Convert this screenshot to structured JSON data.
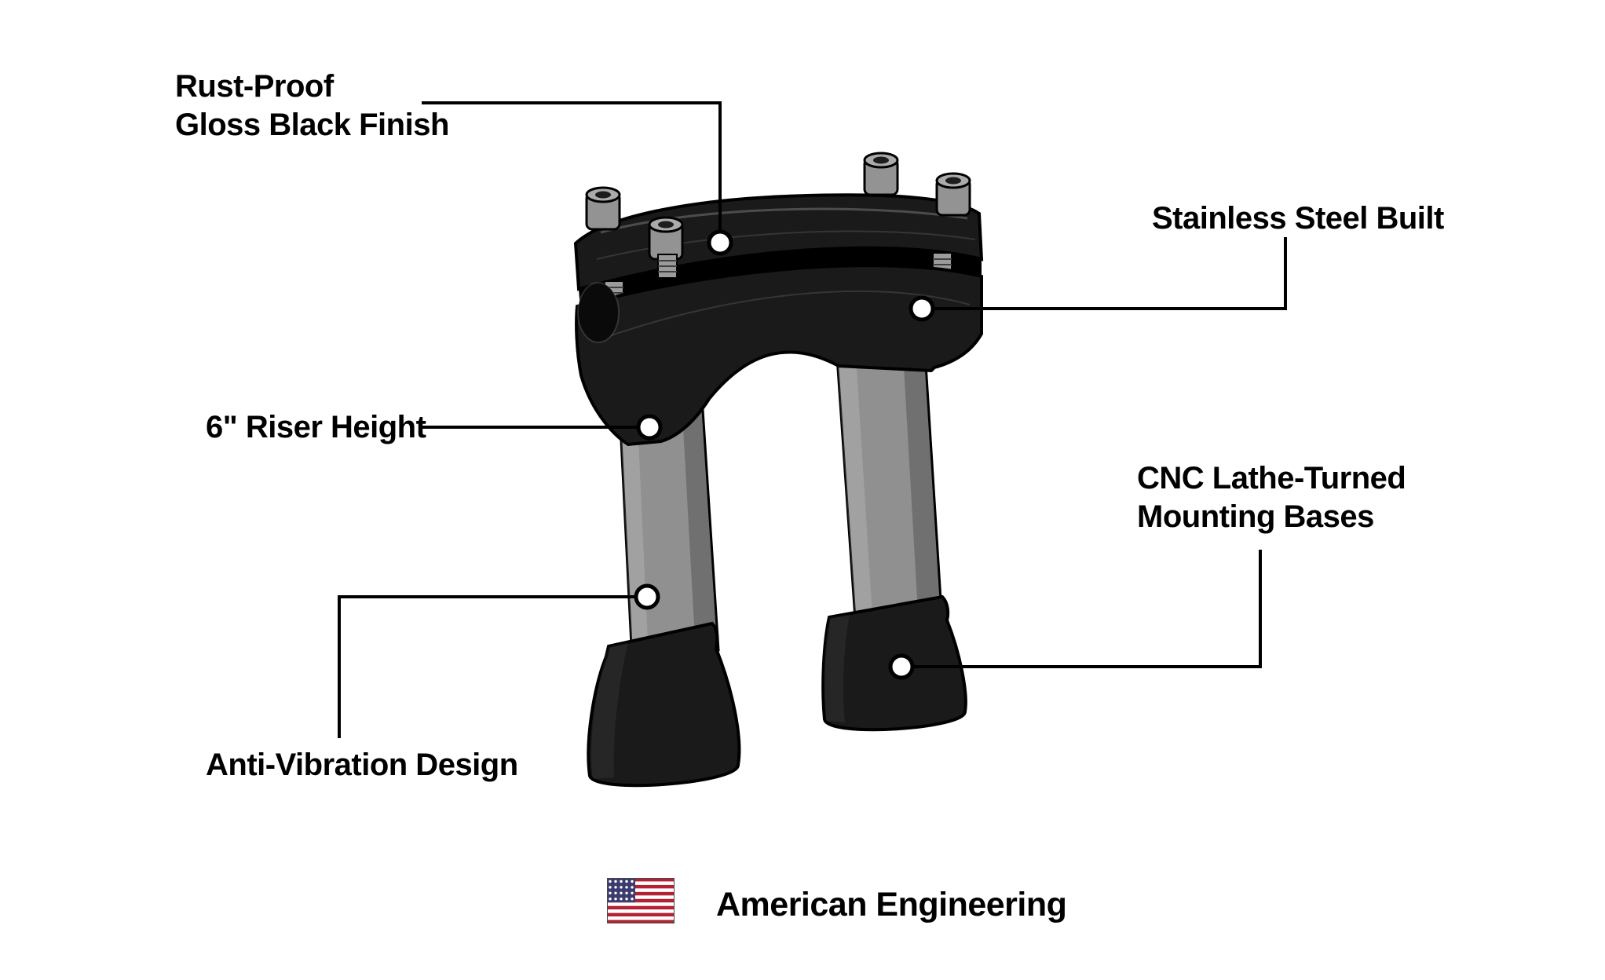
{
  "colors": {
    "line": "#000000",
    "metal_gray": "#909090",
    "part_black": "#1a1a1a",
    "background": "#ffffff",
    "flag_red": "#B22234",
    "flag_blue": "#3C3B6E",
    "flag_white": "#FFFFFF"
  },
  "callouts": {
    "finish": {
      "line1": "Rust-Proof",
      "line2": "Gloss Black Finish"
    },
    "steel": {
      "line1": "Stainless Steel Built"
    },
    "riser": {
      "line1": "6\" Riser Height"
    },
    "bases": {
      "line1": "CNC Lathe-Turned",
      "line2": "Mounting Bases"
    },
    "vibration": {
      "line1": "Anti-Vibration Design"
    }
  },
  "footer": {
    "label": "American Engineering",
    "flag_icon": "us-flag"
  }
}
